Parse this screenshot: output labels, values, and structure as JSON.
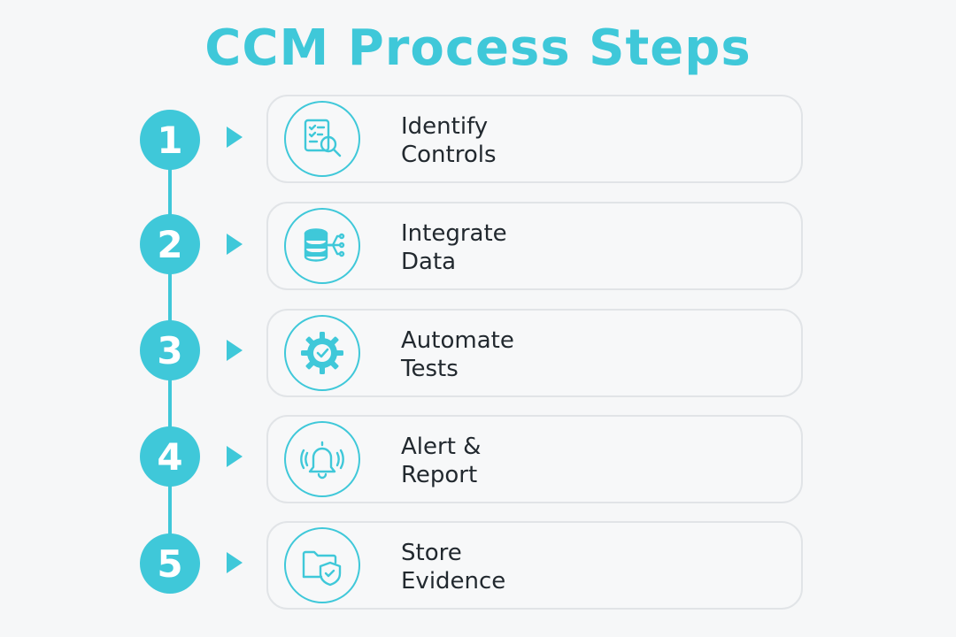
{
  "title": "CCM Process Steps",
  "colors": {
    "accent": "#3fc8d9",
    "text": "#22292f",
    "card_border": "#e1e4e7",
    "background": "#f6f7f8"
  },
  "steps": [
    {
      "number": "1",
      "line1": "Identify",
      "line2": "Controls",
      "icon": "checklist-search-icon"
    },
    {
      "number": "2",
      "line1": "Integrate",
      "line2": "Data",
      "icon": "database-connect-icon"
    },
    {
      "number": "3",
      "line1": "Automate",
      "line2": "Tests",
      "icon": "gear-check-icon"
    },
    {
      "number": "4",
      "line1": "Alert &",
      "line2": "Report",
      "icon": "bell-alert-icon"
    },
    {
      "number": "5",
      "line1": "Store",
      "line2": "Evidence",
      "icon": "folder-shield-icon"
    }
  ]
}
